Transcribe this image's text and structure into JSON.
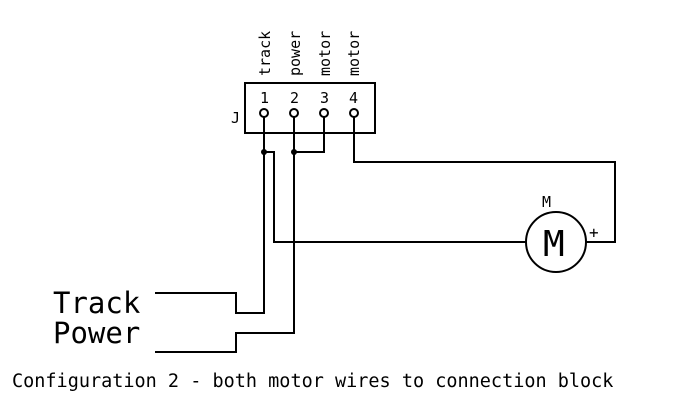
{
  "diagram": {
    "connector": {
      "designator": "J",
      "pins": [
        {
          "number": "1",
          "label": "track"
        },
        {
          "number": "2",
          "label": "power"
        },
        {
          "number": "3",
          "label": "motor"
        },
        {
          "number": "4",
          "label": "motor"
        }
      ]
    },
    "motor": {
      "designator": "M",
      "symbol": "M",
      "polarity": "+"
    },
    "inputs": {
      "track": "Track",
      "power": "Power"
    },
    "caption": "Configuration 2 - both motor wires to connection block"
  }
}
